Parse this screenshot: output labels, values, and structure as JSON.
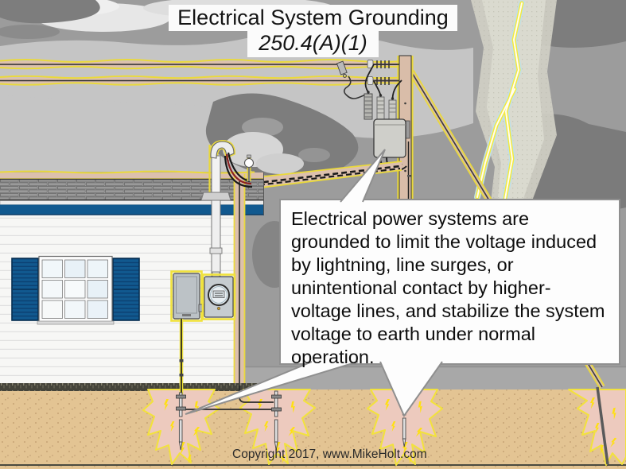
{
  "slide": {
    "title_line1": "Electrical System Grounding",
    "title_line2": "250.4(A)(1)",
    "callout_text": "Electrical power systems are grounded to limit the voltage induced by lightning, line surges, or unintentional contact by higher-voltage lines, and stabilize the system voltage to earth under normal operation.",
    "copyright": "Copyright 2017, www.MikeHolt.com"
  },
  "scene": {
    "elements": [
      "storm-clouds",
      "lightning-bolt",
      "overhead-power-lines",
      "utility-pole",
      "pole-transformer",
      "guy-wire",
      "service-drop",
      "weatherhead",
      "electric-meter",
      "electrical-panel",
      "house",
      "window-with-shutters",
      "grounding-electrode-conductors",
      "ground-rods",
      "energy-dissipation-zones",
      "earth"
    ],
    "colors": {
      "sky_gray": "#9c9c9c",
      "cloud_light": "#c6c6c6",
      "cloud_dark": "#7d7d7d",
      "lightning_yellow": "#f5e93e",
      "soil_tan": "#e3c493",
      "dissipation_pink": "#edcabe",
      "bond_glow_yellow": "#f0e23c",
      "house_trim_blue": "#11598f",
      "pole_tan": "#d9bda9"
    }
  }
}
